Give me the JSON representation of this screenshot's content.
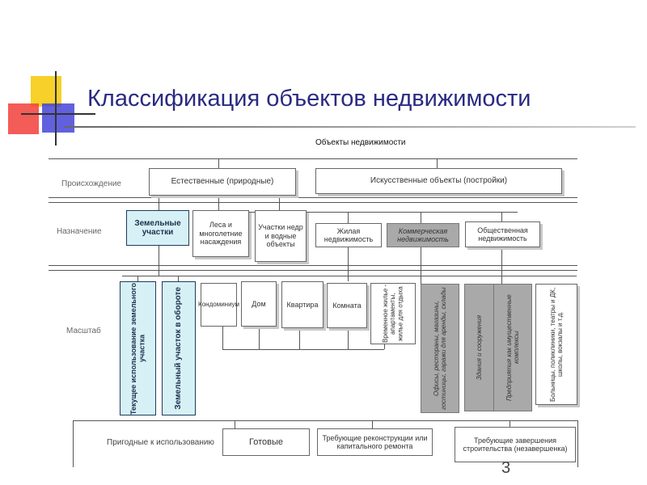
{
  "title": "Классификация объектов недвижимости",
  "diagram": {
    "root": "Объекты недвижимости",
    "rows": {
      "origin": "Происхождение",
      "purpose": "Назначение",
      "scale": "Масштаб"
    },
    "origin": {
      "natural": "Естественные (природные)",
      "artificial": "Искусственные объекты (постройки)"
    },
    "purpose": {
      "land": "Земельные участки",
      "forest": "Леса и многолетние насаждения",
      "subsoil": "Участки недр и водные объекты",
      "residential": "Жилая недвижимость",
      "commercial": "Коммерческая недвижимость",
      "public": "Общественная недвижимость"
    },
    "scale": {
      "land_current": "Текущее использование земельного участка",
      "land_turnover": "Земельный участок в обороте",
      "condo": "Кондоминиум",
      "house": "Дом",
      "apartment": "Квартира",
      "room": "Комната",
      "hostel": "Временное жилье - апартаменты, жилье для отдыха",
      "offices": "Офисы, рестораны, магазины, гостиницы, гаражи для аренды, склады",
      "buildings": "Здания и сооружения",
      "enterprises": "Предприятия как имущественные комплексы",
      "social": "Больницы, поликлиники, театры и ДК, школы, вокзалы и т.д."
    },
    "readiness": {
      "ready_for_use": "Пригодные к использованию",
      "ready": "Готовые",
      "needs_reconstruction": "Требующие реконструкции или капитального ремонта",
      "needs_completion": "Требующие завершения строительства (незавершенка)"
    }
  },
  "page_number": "3"
}
